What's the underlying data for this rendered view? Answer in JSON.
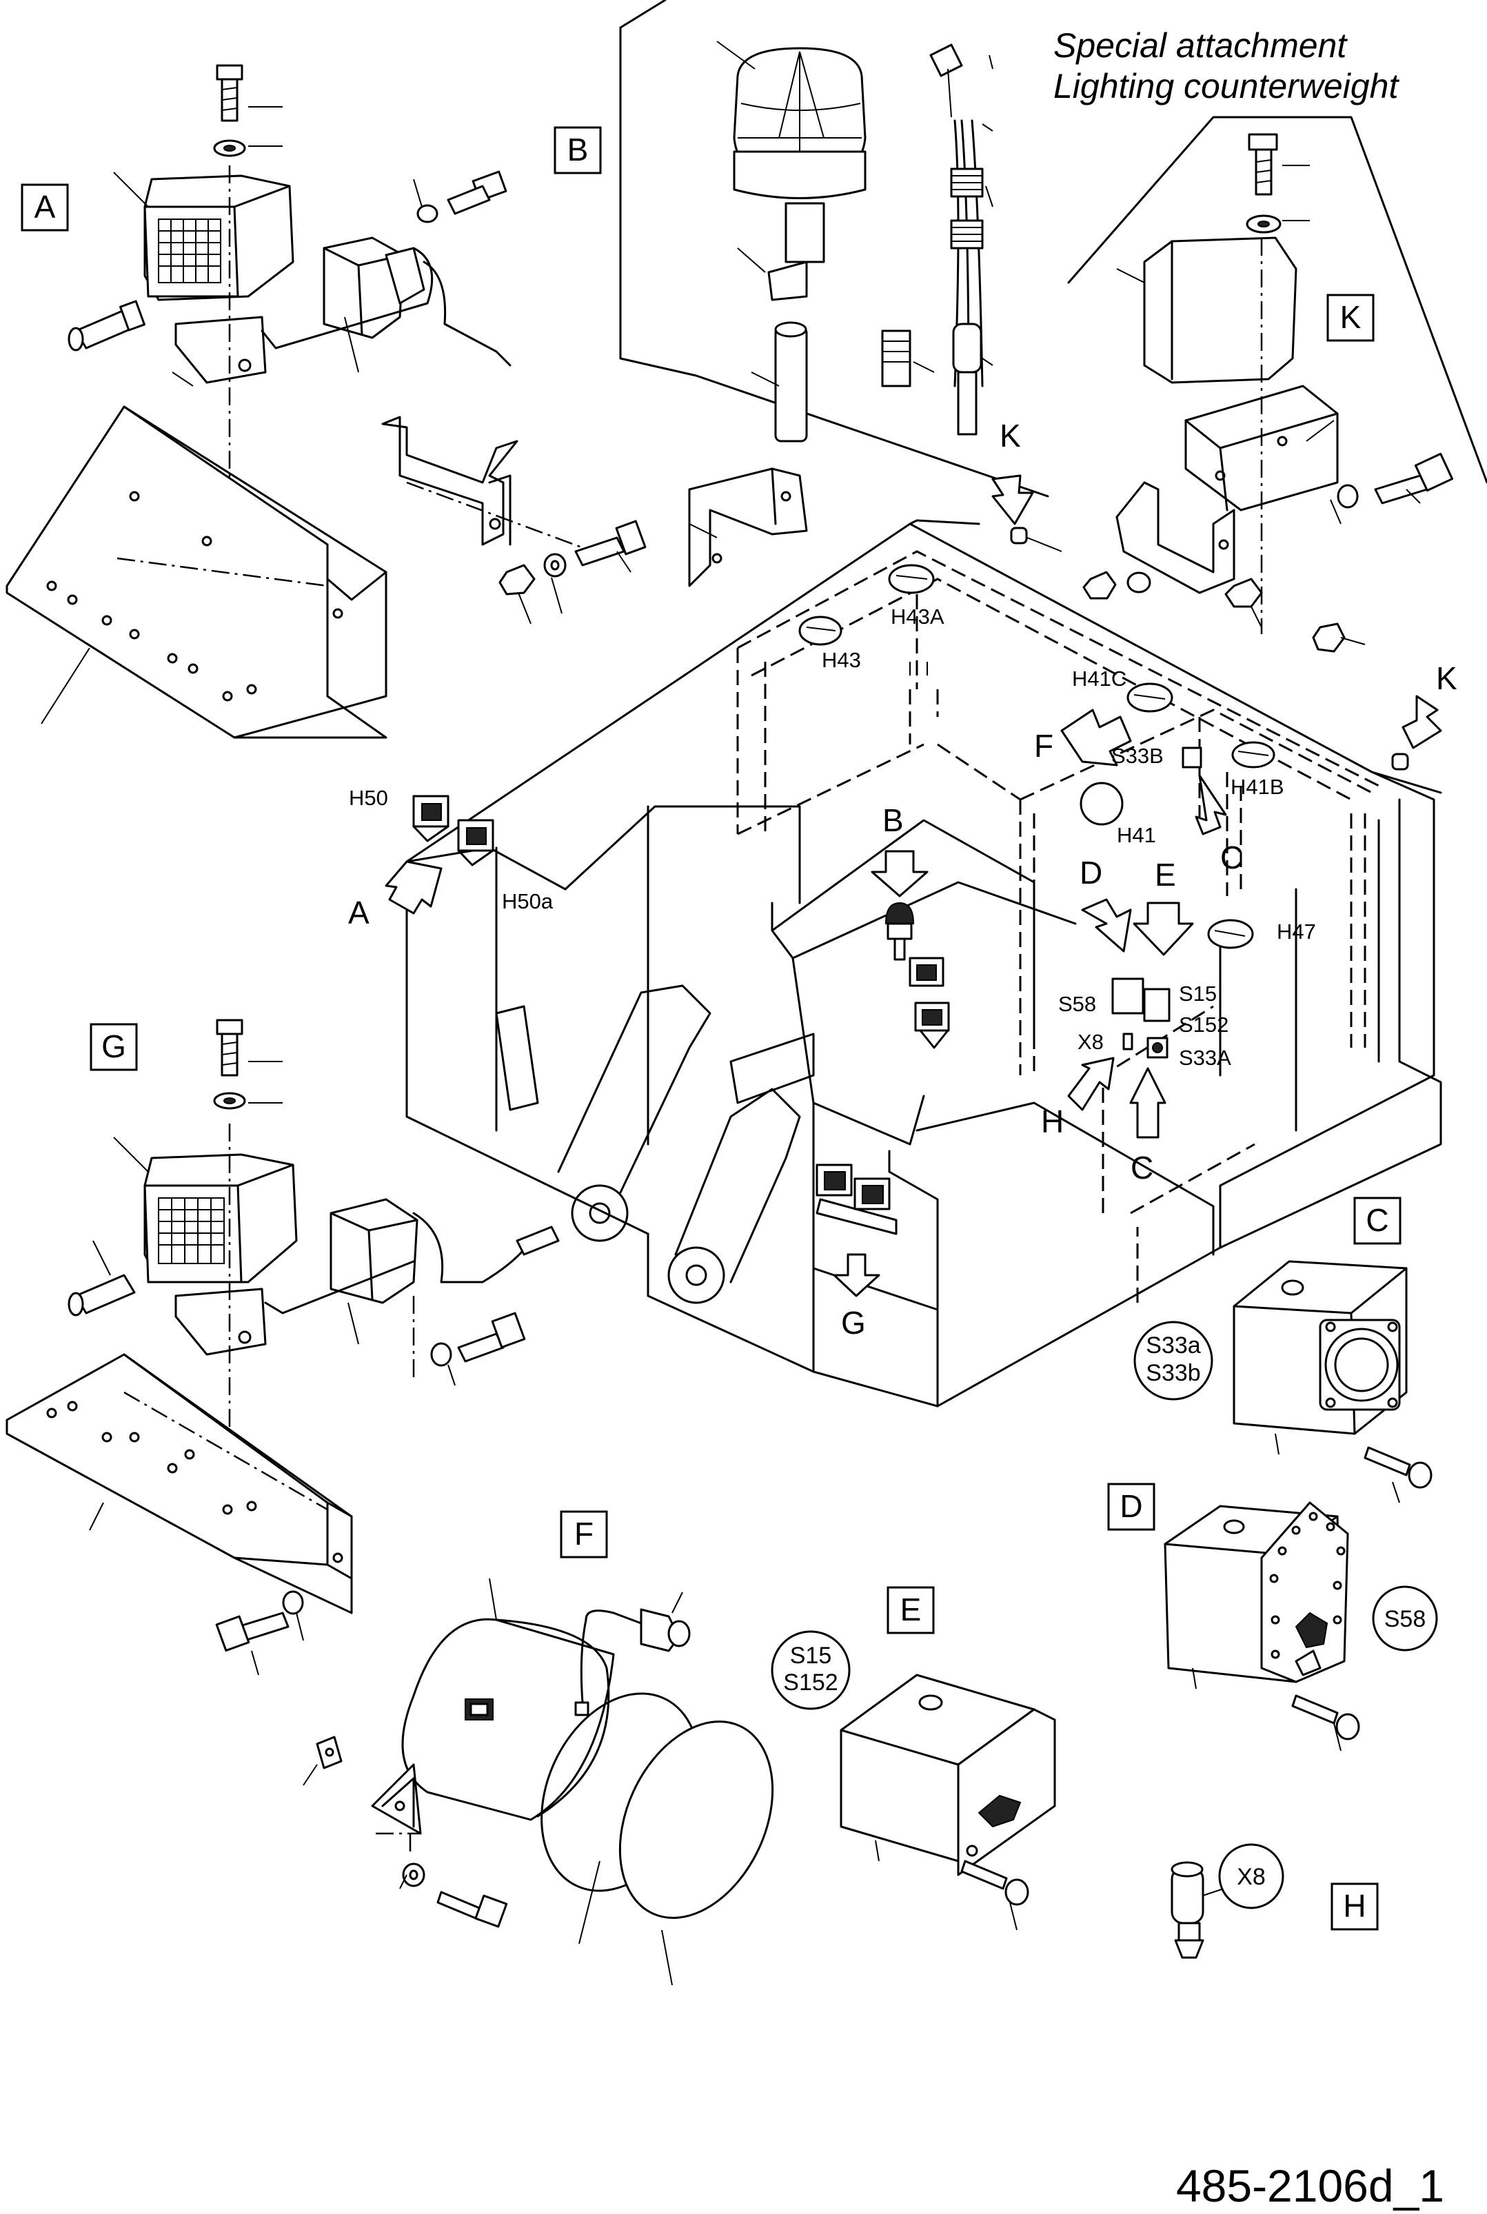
{
  "header": {
    "line1": "Special attachment",
    "line2": "Lighting counterweight"
  },
  "footer": {
    "code": "485-2106d_1"
  },
  "detail_boxes": {
    "a": "A",
    "b": "B",
    "c": "C",
    "d": "D",
    "e": "E",
    "f": "F",
    "g": "G",
    "h": "H",
    "k": "K"
  },
  "circle_labels": {
    "c_line1": "S33a",
    "c_line2": "S33b",
    "d": "S58",
    "e_line1": "S15",
    "e_line2": "S152",
    "h": "X8"
  },
  "arrow_labels": {
    "a": "A",
    "b": "B",
    "c_upper": "C",
    "c_lower": "C",
    "d": "D",
    "e": "E",
    "f": "F",
    "g": "G",
    "h": "H",
    "k_top": "K",
    "k_right": "K"
  },
  "component_labels": {
    "h43a": "H43A",
    "h43": "H43",
    "h41c": "H41C",
    "s33b": "S33B",
    "h41b": "H41B",
    "h41": "H41",
    "h50": "H50",
    "h50a": "H50a",
    "h47": "H47",
    "s58": "S58",
    "s15": "S15",
    "s152": "S152",
    "x8": "X8",
    "s33a": "S33A"
  }
}
